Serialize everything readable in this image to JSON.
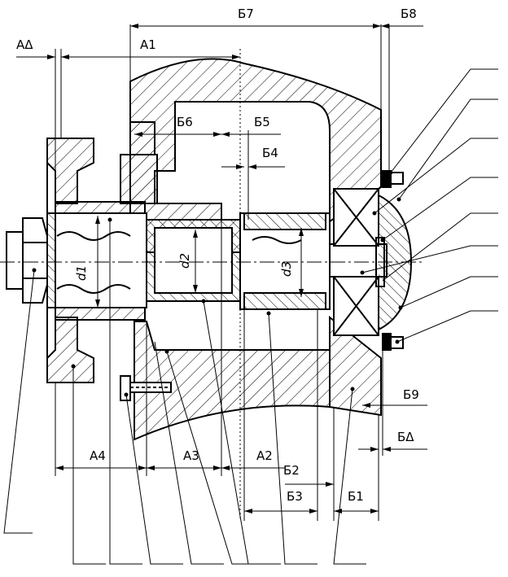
{
  "drawing": {
    "title": "",
    "dimension_labels": {
      "A_delta": "AΔ",
      "A1": "A1",
      "A2": "A2",
      "A3": "A3",
      "A4": "A4",
      "B1": "Б1",
      "B2": "Б2",
      "B3": "Б3",
      "B4": "Б4",
      "B5": "Б5",
      "B6": "Б6",
      "B7": "Б7",
      "B8": "Б8",
      "B9": "Б9",
      "B_delta": "БΔ"
    },
    "diameter_labels": {
      "d1": "d1",
      "d2": "d2",
      "d3": "d3"
    },
    "colors": {
      "ink": "#000000",
      "background": "#ffffff"
    }
  }
}
